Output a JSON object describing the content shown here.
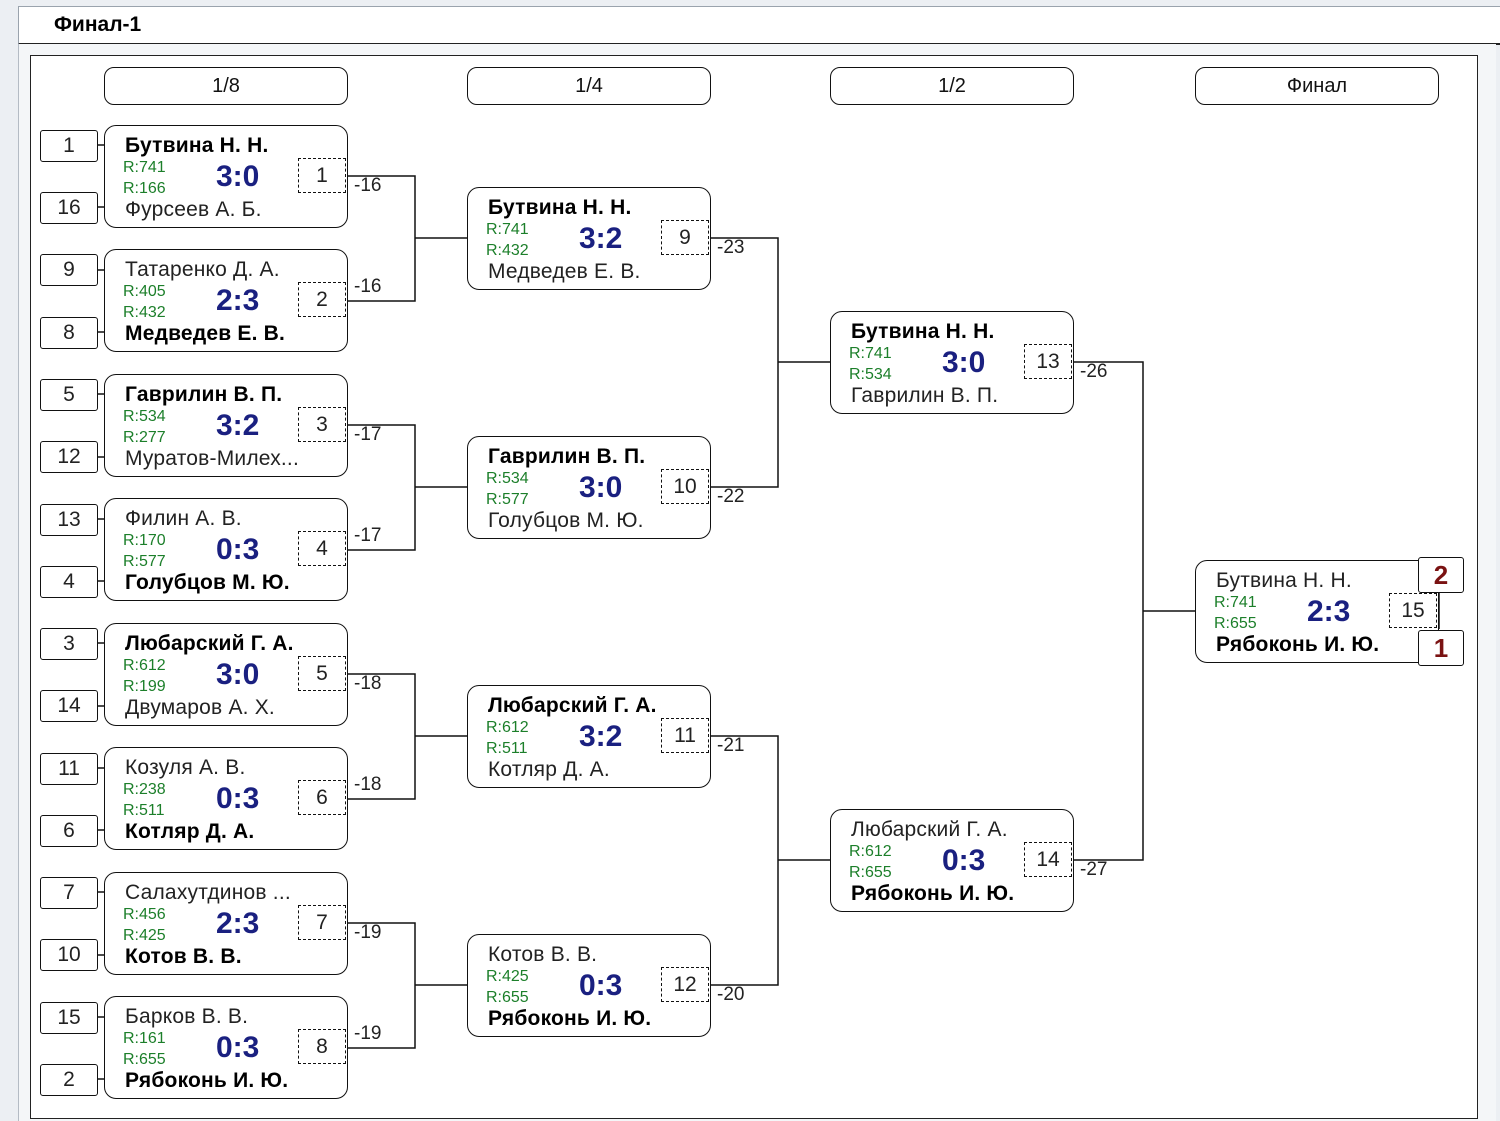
{
  "window": {
    "title": "Финал-1"
  },
  "rounds": [
    "1/8",
    "1/4",
    "1/2",
    "Финал"
  ],
  "matches": [
    {
      "num": "1",
      "p1": "Бутвина Н. Н.",
      "r1": "R:741",
      "p2": "Фурсеев А. Б.",
      "r2": "R:166",
      "score": "3:0",
      "winner": 1,
      "loser_to": "-16"
    },
    {
      "num": "2",
      "p1": "Татаренко Д. А.",
      "r1": "R:405",
      "p2": "Медведев Е. В.",
      "r2": "R:432",
      "score": "2:3",
      "winner": 2,
      "loser_to": "-16"
    },
    {
      "num": "3",
      "p1": "Гаврилин В. П.",
      "r1": "R:534",
      "p2": "Муратов-Милех...",
      "r2": "R:277",
      "score": "3:2",
      "winner": 1,
      "loser_to": "-17"
    },
    {
      "num": "4",
      "p1": "Филин А. В.",
      "r1": "R:170",
      "p2": "Голубцов М. Ю.",
      "r2": "R:577",
      "score": "0:3",
      "winner": 2,
      "loser_to": "-17"
    },
    {
      "num": "5",
      "p1": "Любарский Г. А.",
      "r1": "R:612",
      "p2": "Двумаров А. Х.",
      "r2": "R:199",
      "score": "3:0",
      "winner": 1,
      "loser_to": "-18"
    },
    {
      "num": "6",
      "p1": "Козуля А. В.",
      "r1": "R:238",
      "p2": "Котляр Д. А.",
      "r2": "R:511",
      "score": "0:3",
      "winner": 2,
      "loser_to": "-18"
    },
    {
      "num": "7",
      "p1": "Салахутдинов ...",
      "r1": "R:456",
      "p2": "Котов В. В.",
      "r2": "R:425",
      "score": "2:3",
      "winner": 2,
      "loser_to": "-19"
    },
    {
      "num": "8",
      "p1": "Барков В. В.",
      "r1": "R:161",
      "p2": "Рябоконь И. Ю.",
      "r2": "R:655",
      "score": "0:3",
      "winner": 2,
      "loser_to": "-19"
    },
    {
      "num": "9",
      "p1": "Бутвина Н. Н.",
      "r1": "R:741",
      "p2": "Медведев Е. В.",
      "r2": "R:432",
      "score": "3:2",
      "winner": 1,
      "loser_to": "-23"
    },
    {
      "num": "10",
      "p1": "Гаврилин В. П.",
      "r1": "R:534",
      "p2": "Голубцов М. Ю.",
      "r2": "R:577",
      "score": "3:0",
      "winner": 1,
      "loser_to": "-22"
    },
    {
      "num": "11",
      "p1": "Любарский Г. А.",
      "r1": "R:612",
      "p2": "Котляр Д. А.",
      "r2": "R:511",
      "score": "3:2",
      "winner": 1,
      "loser_to": "-21"
    },
    {
      "num": "12",
      "p1": "Котов В. В.",
      "r1": "R:425",
      "p2": "Рябоконь И. Ю.",
      "r2": "R:655",
      "score": "0:3",
      "winner": 2,
      "loser_to": "-20"
    },
    {
      "num": "13",
      "p1": "Бутвина Н. Н.",
      "r1": "R:741",
      "p2": "Гаврилин В. П.",
      "r2": "R:534",
      "score": "3:0",
      "winner": 1,
      "loser_to": "-26"
    },
    {
      "num": "14",
      "p1": "Любарский Г. А.",
      "r1": "R:612",
      "p2": "Рябоконь И. Ю.",
      "r2": "R:655",
      "score": "0:3",
      "winner": 2,
      "loser_to": "-27"
    },
    {
      "num": "15",
      "p1": "Бутвина Н. Н.",
      "r1": "R:741",
      "p2": "Рябоконь И. Ю.",
      "r2": "R:655",
      "score": "2:3",
      "winner": 2,
      "loser_to": ""
    }
  ],
  "seeds": [
    "1",
    "16",
    "9",
    "8",
    "5",
    "12",
    "13",
    "4",
    "3",
    "14",
    "11",
    "6",
    "7",
    "10",
    "15",
    "2"
  ],
  "final_places": {
    "p1": "2",
    "p2": "1"
  },
  "colors": {
    "score": "#1a2080",
    "rating": "#1c7f2a",
    "place": "#7a1212"
  }
}
